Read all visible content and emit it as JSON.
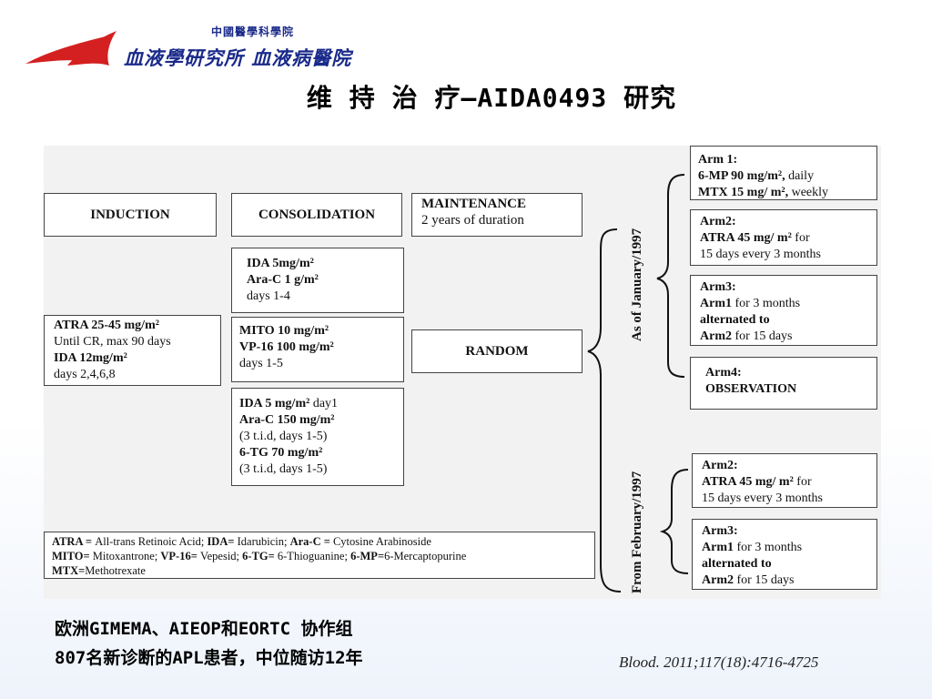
{
  "logo": {
    "line1": "中國醫學科學院",
    "line2": "血液學研究所 血液病醫院"
  },
  "title": "维 持 治 疗—AIDA0493 研究",
  "phases": {
    "induction": "INDUCTION",
    "consolidation": "CONSOLIDATION",
    "maintenance_line1": "MAINTENANCE",
    "maintenance_line2": "2 years of duration"
  },
  "induction_box": {
    "l1b": "ATRA 25-45 mg/m²",
    "l2": "Until CR, max 90 days",
    "l3b": "IDA 12mg/m²",
    "l4": "days 2,4,6,8"
  },
  "consolidation_1": {
    "l1b": "IDA 5mg/m²",
    "l2b": "Ara-C 1 g/m²",
    "l3": "days 1-4"
  },
  "consolidation_2": {
    "l1b": "MITO 10 mg/m²",
    "l2b": "VP-16 100 mg/m²",
    "l3": "days 1-5"
  },
  "consolidation_3": {
    "l1b": "IDA 5 mg/m²",
    "l1r": " day1",
    "l2b": "Ara-C 150 mg/m²",
    "l3": "(3 t.i.d, days 1-5)",
    "l4b": "6-TG 70 mg/m²",
    "l5": "(3 t.i.d, days 1-5)"
  },
  "random": "RANDOM",
  "side_labels": {
    "jan": "As of January/1997",
    "feb": "From February/1997"
  },
  "arms_top": {
    "arm1": {
      "t": "Arm 1:",
      "l2b": "6-MP 90 mg/m²,",
      "l2r": " daily",
      "l3b": "MTX 15 mg/ m²,",
      "l3r": " weekly"
    },
    "arm2": {
      "t": "Arm2:",
      "l2b": "ATRA 45 mg/ m²",
      "l2r": " for",
      "l3": "15 days every 3 months"
    },
    "arm3": {
      "t": "Arm3:",
      "l2b": "Arm1",
      "l2r": " for 3 months",
      "l3b": "alternated to",
      "l4b": "Arm2",
      "l4r": " for 15 days"
    },
    "arm4": {
      "t": "Arm4:",
      "l2b": "OBSERVATION"
    }
  },
  "arms_bottom": {
    "arm2": {
      "t": "Arm2:",
      "l2b": "ATRA 45 mg/ m²",
      "l2r": " for",
      "l3": "15 days every 3 months"
    },
    "arm3": {
      "t": "Arm3:",
      "l2b": "Arm1",
      "l2r": " for 3 months",
      "l3b": "alternated to",
      "l4b": "Arm2",
      "l4r": " for 15 days"
    }
  },
  "abbreviations": {
    "r1": [
      {
        "b": "ATRA = ",
        "r": "All-trans Retinoic Acid; "
      },
      {
        "b": "IDA= ",
        "r": "Idarubicin; "
      },
      {
        "b": "Ara-C = ",
        "r": "Cytosine Arabinoside"
      }
    ],
    "r2": [
      {
        "b": "MITO= ",
        "r": "Mitoxantrone; "
      },
      {
        "b": "VP-16= ",
        "r": "Vepesid; "
      },
      {
        "b": "6-TG= ",
        "r": "6-Thioguanine; "
      },
      {
        "b": "6-MP=",
        "r": "6-Mercaptopurine"
      }
    ],
    "r3": [
      {
        "b": "MTX=",
        "r": "Methotrexate"
      }
    ]
  },
  "footer": {
    "cn_line1": "欧洲GIMEMA、AIEOP和EORTC 协作组",
    "cn_line2": "807名新诊断的APL患者，中位随访12年",
    "citation": "Blood. 2011;117(18):4716-4725"
  },
  "colors": {
    "logo_red": "#d42020",
    "logo_blue": "#1a2a8a",
    "diagram_bg": "#f2f2f2"
  }
}
